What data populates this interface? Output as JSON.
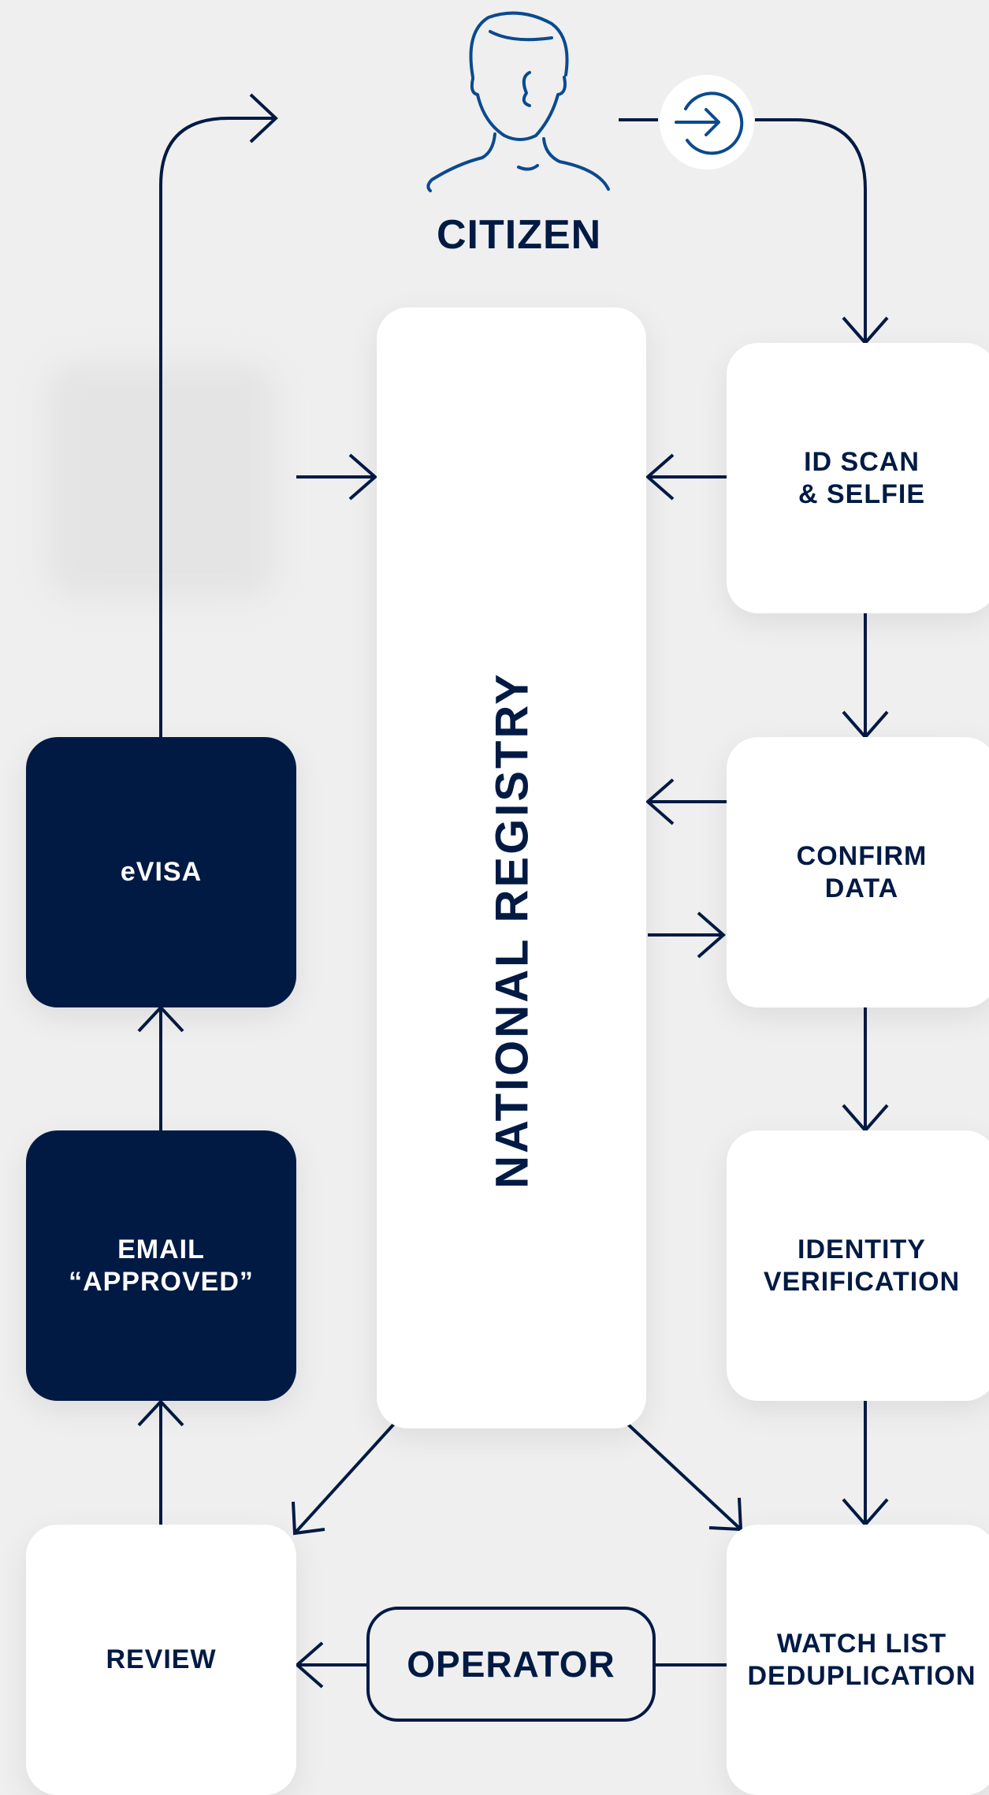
{
  "citizen": {
    "title": "CITIZEN",
    "icon": "person-outline-icon",
    "login_icon": "login-arrow-icon"
  },
  "registry": {
    "label": "NATIONAL REGISTRY"
  },
  "steps": {
    "id_scan": "ID SCAN\n& SELFIE",
    "confirm": "CONFIRM\nDATA",
    "identity": "IDENTITY\nVERIFICATION",
    "watchlist": "WATCH LIST\nDEDUPLICATION",
    "review": "REVIEW",
    "email": "EMAIL\n“APPROVED”",
    "evisa": "eVISA"
  },
  "operator": {
    "label": "OPERATOR"
  },
  "colors": {
    "navy": "#001a44",
    "icon_blue": "#0a4a8f",
    "background": "#efefef",
    "box": "#ffffff"
  }
}
